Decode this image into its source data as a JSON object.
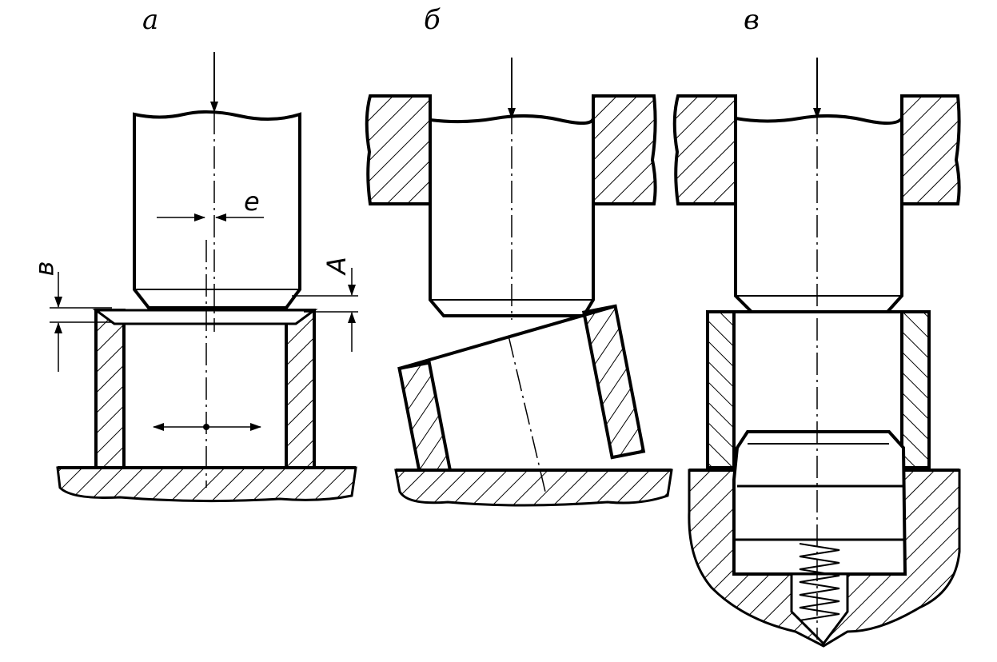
{
  "labels": {
    "panel_a": "а",
    "panel_b": "б",
    "panel_c": "в",
    "dim_e": "e",
    "dim_b": "в",
    "dim_a": "A"
  },
  "colors": {
    "ink": "#000000",
    "paper": "#ffffff"
  }
}
